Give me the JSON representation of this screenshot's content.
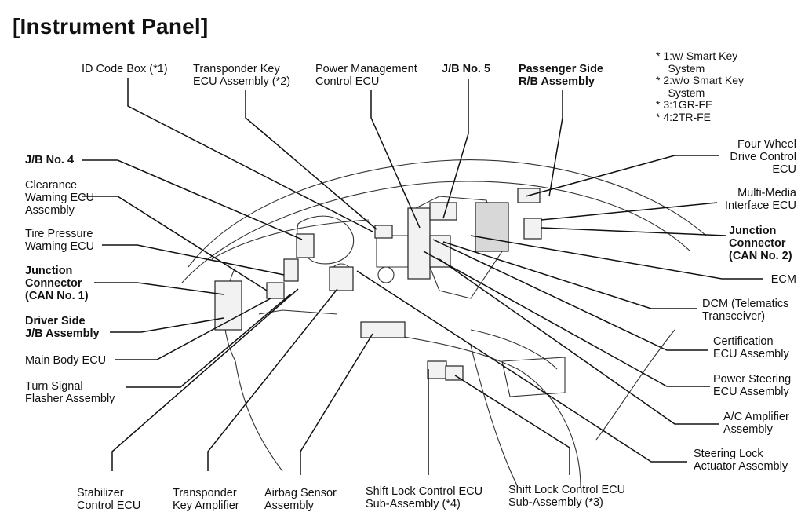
{
  "title": "[Instrument Panel]",
  "notes": [
    "* 1:w/ Smart Key",
    "    System",
    "* 2:w/o Smart Key",
    "    System",
    "* 3:1GR-FE",
    "* 4:2TR-FE"
  ],
  "labels": {
    "id_code_box": "ID Code Box (*1)",
    "transponder_key_ecu": "Transponder Key\nECU Assembly (*2)",
    "power_mgmt_ecu": "Power Management\nControl ECU",
    "jb5": "J/B No. 5",
    "passenger_rb": "Passenger Side\nR/B Assembly",
    "jb4": "J/B No. 4",
    "clearance_warning": "Clearance\nWarning ECU\nAssembly",
    "tire_pressure": "Tire Pressure\nWarning ECU",
    "junction_can1": "Junction\nConnector\n(CAN No. 1)",
    "driver_jb": "Driver Side\nJ/B Assembly",
    "main_body_ecu": "Main Body ECU",
    "turn_signal": "Turn Signal\nFlasher Assembly",
    "stabilizer_ecu": "Stabilizer\nControl ECU",
    "transponder_amp": "Transponder\nKey Amplifier",
    "airbag_sensor": "Airbag Sensor\nAssembly",
    "shift_lock_4": "Shift Lock Control ECU\nSub-Assembly (*4)",
    "shift_lock_3": "Shift Lock Control ECU\nSub-Assembly (*3)",
    "steering_lock": "Steering Lock\nActuator Assembly",
    "ac_amplifier": "A/C Amplifier\nAssembly",
    "power_steering": "Power Steering\nECU Assembly",
    "certification": "Certification\nECU Assembly",
    "dcm": "DCM (Telematics\nTransceiver)",
    "ecm": "ECM",
    "junction_can2": "Junction\nConnector\n(CAN No. 2)",
    "multimedia": "Multi-Media\nInterface ECU",
    "four_wheel": "Four Wheel\nDrive Control\nECU"
  }
}
